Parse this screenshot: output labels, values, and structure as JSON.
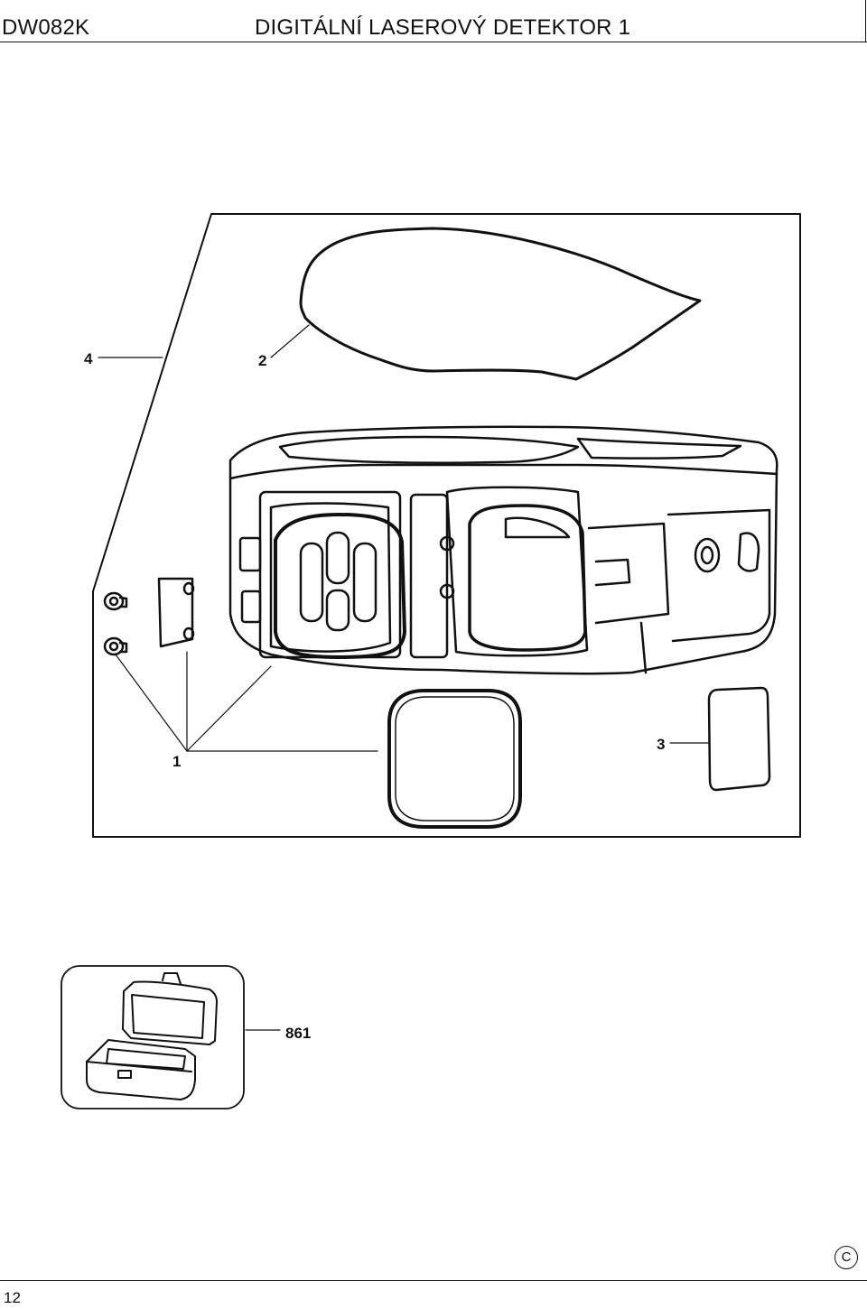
{
  "header": {
    "model": "DW082K",
    "title": "DIGITÁLNÍ LASEROVÝ DETEKTOR 1"
  },
  "callouts": {
    "c1": "1",
    "c2": "2",
    "c3": "3",
    "c4": "4",
    "c861": "861"
  },
  "footer": {
    "page_number": "12",
    "copyright_symbol": "C"
  }
}
